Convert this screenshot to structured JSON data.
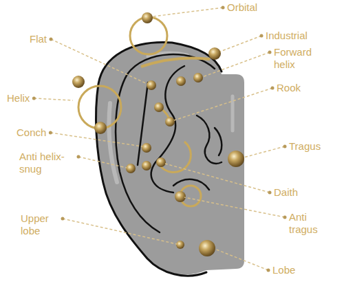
{
  "diagram": {
    "labels": [
      "Orbital",
      "Flat",
      "Industrial",
      "Forward helix",
      "Helix",
      "Rook",
      "Conch",
      "Tragus",
      "Anti helix-snug",
      "Daith",
      "Anti tragus",
      "Upper lobe",
      "Lobe"
    ]
  }
}
